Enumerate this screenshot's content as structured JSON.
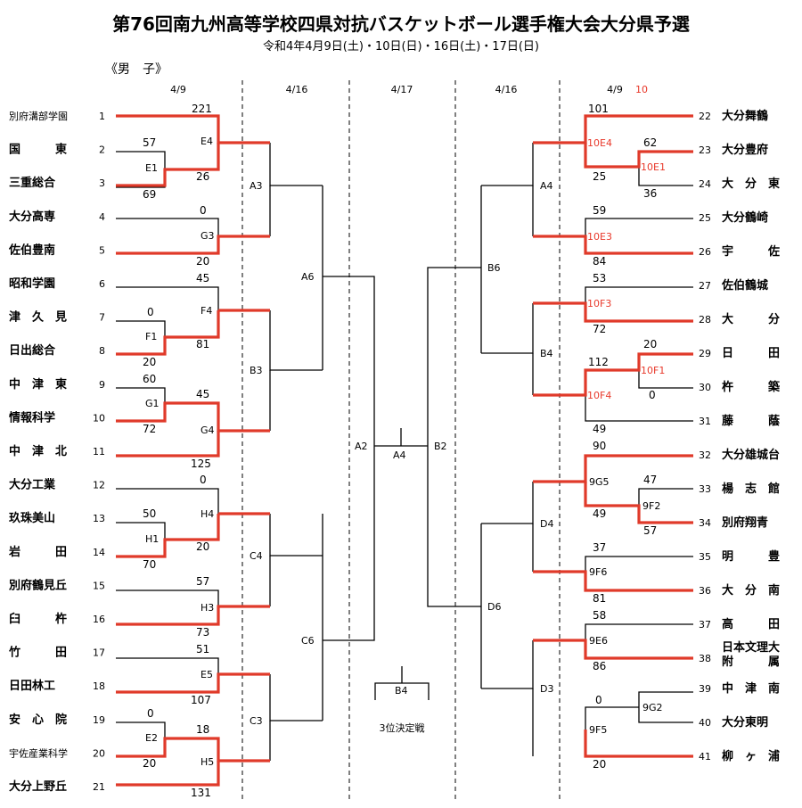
{
  "title": "第76回南九州高等学校四県対抗バスケットボール選手権大会大分県予選",
  "subtitle": "令和4年4月9日(土)・10日(日)・16日(土)・17日(日)",
  "section": "《男　子》",
  "dates": {
    "d1": "4/9",
    "d2": "4/16",
    "d3": "4/17",
    "d4": "4/16",
    "d5a": "4/9",
    "d5b": "10"
  },
  "left_teams": [
    {
      "no": "1",
      "name": "別府溝部学園"
    },
    {
      "no": "2",
      "name": "国　　　東"
    },
    {
      "no": "3",
      "name": "三重総合"
    },
    {
      "no": "4",
      "name": "大分高専"
    },
    {
      "no": "5",
      "name": "佐伯豊南"
    },
    {
      "no": "6",
      "name": "昭和学園"
    },
    {
      "no": "7",
      "name": "津　久　見"
    },
    {
      "no": "8",
      "name": "日出総合"
    },
    {
      "no": "9",
      "name": "中　津　東"
    },
    {
      "no": "10",
      "name": "情報科学"
    },
    {
      "no": "11",
      "name": "中　津　北"
    },
    {
      "no": "12",
      "name": "大分工業"
    },
    {
      "no": "13",
      "name": "玖珠美山"
    },
    {
      "no": "14",
      "name": "岩　　　田"
    },
    {
      "no": "15",
      "name": "別府鶴見丘"
    },
    {
      "no": "16",
      "name": "臼　　　杵"
    },
    {
      "no": "17",
      "name": "竹　　　田"
    },
    {
      "no": "18",
      "name": "日田林工"
    },
    {
      "no": "19",
      "name": "安　心　院"
    },
    {
      "no": "20",
      "name": "宇佐産業科学"
    },
    {
      "no": "21",
      "name": "大分上野丘"
    }
  ],
  "right_teams": [
    {
      "no": "22",
      "name": "大分舞鶴"
    },
    {
      "no": "23",
      "name": "大分豊府"
    },
    {
      "no": "24",
      "name": "大　分　東"
    },
    {
      "no": "25",
      "name": "大分鶴崎"
    },
    {
      "no": "26",
      "name": "宇　　　佐"
    },
    {
      "no": "27",
      "name": "佐伯鶴城"
    },
    {
      "no": "28",
      "name": "大　　　分"
    },
    {
      "no": "29",
      "name": "日　　　田"
    },
    {
      "no": "30",
      "name": "杵　　　築"
    },
    {
      "no": "31",
      "name": "藤　　　蔭"
    },
    {
      "no": "32",
      "name": "大分雄城台"
    },
    {
      "no": "33",
      "name": "楊　志　館"
    },
    {
      "no": "34",
      "name": "別府翔青"
    },
    {
      "no": "35",
      "name": "明　　　豊"
    },
    {
      "no": "36",
      "name": "大　分　南"
    },
    {
      "no": "37",
      "name": "高　　　田"
    },
    {
      "no": "38a",
      "name": "日本文理大"
    },
    {
      "no": "38b",
      "name": "附　　　属"
    },
    {
      "no": "39",
      "name": "中　津　南"
    },
    {
      "no": "40",
      "name": "大分東明"
    },
    {
      "no": "41",
      "name": "柳　ヶ　浦"
    }
  ],
  "right_numbers": [
    "22",
    "23",
    "24",
    "25",
    "26",
    "27",
    "28",
    "29",
    "30",
    "31",
    "32",
    "33",
    "34",
    "35",
    "36",
    "37",
    "38",
    "39",
    "40",
    "41"
  ],
  "games": {
    "E4": "E4",
    "E1": "E1",
    "G3": "G3",
    "F4": "F4",
    "F1": "F1",
    "G1": "G1",
    "G4": "G4",
    "H4": "H4",
    "H1": "H1",
    "H3": "H3",
    "E5": "E5",
    "E2": "E2",
    "H5": "H5",
    "A3": "A3",
    "B3": "B3",
    "C4": "C4",
    "C3": "C3",
    "A6": "A6",
    "C6": "C6",
    "A2": "A2",
    "A4": "A4",
    "B2": "B2",
    "B6": "B6",
    "D6": "D6",
    "A4r": "A4",
    "B4r": "B4",
    "D4": "D4",
    "D3": "D3",
    "r10E4": "10E4",
    "r10E1": "10E1",
    "r10E3": "10E3",
    "r10F3": "10F3",
    "r10F1": "10F1",
    "r10F4": "10F4",
    "r9G5": "9G5",
    "r9F2": "9F2",
    "r9F6": "9F6",
    "r9E6": "9E6",
    "r9G2": "9G2",
    "r9F5": "9F5",
    "third_B4": "B4",
    "third_label": "3位決定戦"
  },
  "scores": {
    "s221": "221",
    "s57": "57",
    "s26": "26",
    "s69": "69",
    "s0a": "0",
    "s20a": "20",
    "s45a": "45",
    "s0b": "0",
    "s81": "81",
    "s20b": "20",
    "s60": "60",
    "s45b": "45",
    "s72a": "72",
    "s125": "125",
    "s0c": "0",
    "s50": "50",
    "s20c": "20",
    "s70": "70",
    "s57b": "57",
    "s73": "73",
    "s51": "51",
    "s107": "107",
    "s0d": "0",
    "s18": "18",
    "s20d": "20",
    "s131": "131",
    "r101": "101",
    "r62": "62",
    "r25": "25",
    "r36": "36",
    "r59": "59",
    "r84": "84",
    "r53": "53",
    "r72": "72",
    "r20": "20",
    "r112": "112",
    "r0a": "0",
    "r49": "49",
    "r90": "90",
    "r47": "47",
    "r49b": "49",
    "r57": "57",
    "r37": "37",
    "r81": "81",
    "r58": "58",
    "r86": "86",
    "r0b": "0",
    "r20b": "20"
  }
}
